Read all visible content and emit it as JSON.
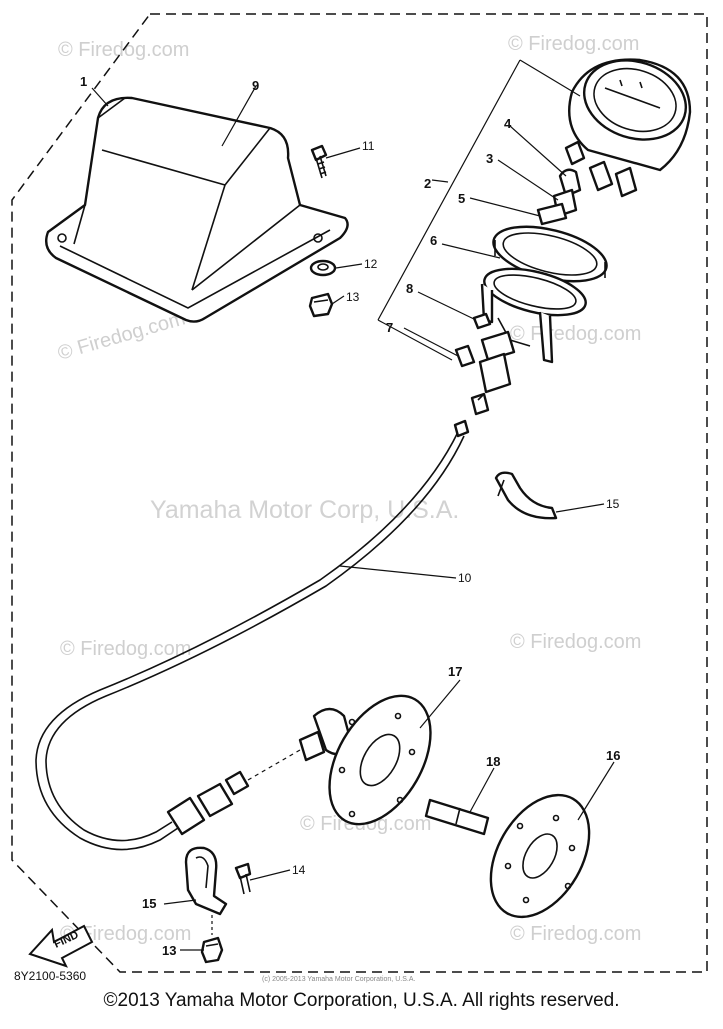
{
  "diagram": {
    "callouts": [
      "1",
      "2",
      "3",
      "4",
      "5",
      "6",
      "7",
      "8",
      "9",
      "10",
      "11",
      "12",
      "13",
      "13",
      "14",
      "15",
      "15",
      "16",
      "17",
      "18"
    ],
    "find_arrow_label": "FIND",
    "drawing_code": "8Y2100-5360",
    "tiny_notice": "(c) 2005-2013 Yamaha Motor Corporation, U.S.A.",
    "watermarks": [
      "© Firedog.com",
      "© Firedog.com",
      "© Firedog.com",
      "© Firedog.com",
      "© Firedog.com",
      "© Firedog.com",
      "© Firedog.com",
      "© Firedog.com",
      "© Firedog.com"
    ],
    "center_watermark": "Yamaha Motor Corp, U.S.A.",
    "copyright": "©2013 Yamaha Motor Corporation, U.S.A. All rights reserved."
  },
  "colors": {
    "ink": "#111111",
    "watermark": "#cfcfcf",
    "background": "#ffffff"
  }
}
